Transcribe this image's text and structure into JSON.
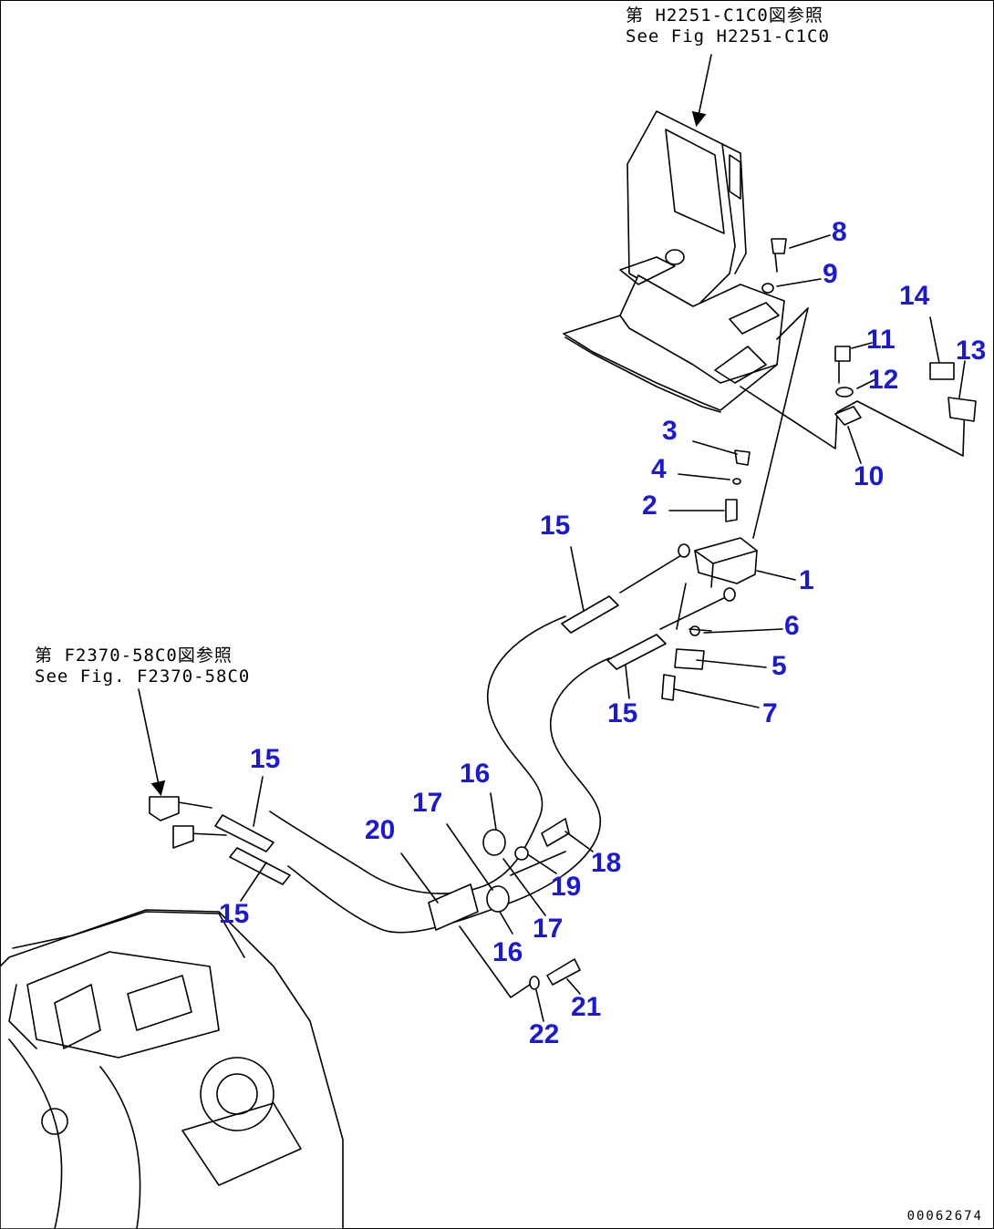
{
  "references": {
    "top_jp": "第 H2251-C1C0図参照",
    "top_en": "See Fig H2251-C1C0",
    "left_jp": "第 F2370-58C0図参照",
    "left_en": "See Fig. F2370-58C0"
  },
  "callouts": [
    {
      "id": "c1",
      "text": "1"
    },
    {
      "id": "c2",
      "text": "2"
    },
    {
      "id": "c3",
      "text": "3"
    },
    {
      "id": "c4",
      "text": "4"
    },
    {
      "id": "c5",
      "text": "5"
    },
    {
      "id": "c6",
      "text": "6"
    },
    {
      "id": "c7",
      "text": "7"
    },
    {
      "id": "c8",
      "text": "8"
    },
    {
      "id": "c9",
      "text": "9"
    },
    {
      "id": "c10",
      "text": "10"
    },
    {
      "id": "c11",
      "text": "11"
    },
    {
      "id": "c12",
      "text": "12"
    },
    {
      "id": "c13",
      "text": "13"
    },
    {
      "id": "c14",
      "text": "14"
    },
    {
      "id": "c15a",
      "text": "15"
    },
    {
      "id": "c15b",
      "text": "15"
    },
    {
      "id": "c15c",
      "text": "15"
    },
    {
      "id": "c15d",
      "text": "15"
    },
    {
      "id": "c16a",
      "text": "16"
    },
    {
      "id": "c16b",
      "text": "16"
    },
    {
      "id": "c17a",
      "text": "17"
    },
    {
      "id": "c17b",
      "text": "17"
    },
    {
      "id": "c18",
      "text": "18"
    },
    {
      "id": "c19",
      "text": "19"
    },
    {
      "id": "c20",
      "text": "20"
    },
    {
      "id": "c21",
      "text": "21"
    },
    {
      "id": "c22",
      "text": "22"
    }
  ],
  "drawing_code": "00062674",
  "colors": {
    "callout": "#1a1ad6",
    "ink": "#000000"
  }
}
